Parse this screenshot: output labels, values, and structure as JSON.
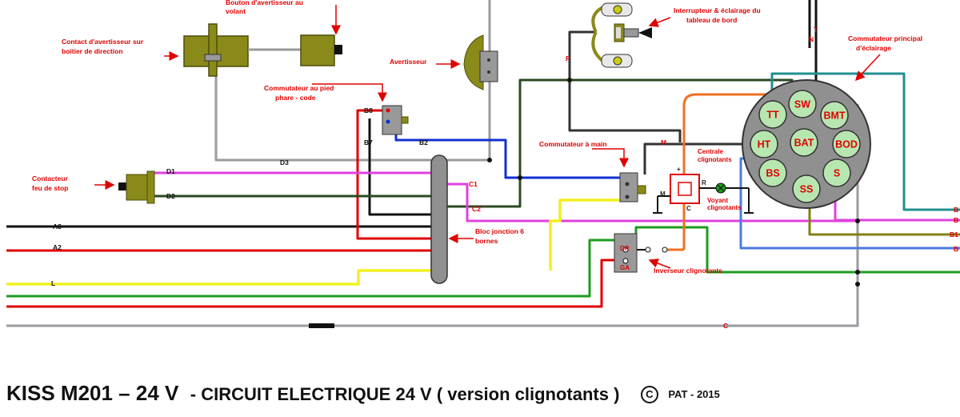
{
  "labels": {
    "bouton_avertisseur": [
      "Bouton d'avertisseur au",
      "volant"
    ],
    "contact_avertisseur": [
      "Contact d'avertisseur sur",
      "boitier de direction"
    ],
    "avertisseur": "Avertisseur",
    "commutateur_pied": [
      "Commutateur au pied",
      "phare - code"
    ],
    "interrupteur": [
      "Interrupteur & éclairage du",
      "tableau de bord"
    ],
    "commutateur_principal": [
      "Commutateur principal",
      "d'éclairage"
    ],
    "contacteur_stop": [
      "Contacteur",
      "feu de stop"
    ],
    "commutateur_main": "Commutateur à main",
    "centrale": [
      "Centrale",
      "clignotants"
    ],
    "voyant": [
      "Voyant",
      "clignotants"
    ],
    "bloc_jonction": [
      "Bloc jonction 6",
      "bornes"
    ],
    "inverseur": "Inverseur clignotants"
  },
  "wires": {
    "D3": "D3",
    "D1": "D1",
    "D2": "D2",
    "B8": "B8",
    "B7": "B7",
    "B2": "B2",
    "C1": "C1",
    "C2": "C2",
    "A3": "A3",
    "A2": "A2",
    "L": "L",
    "M_top": "M",
    "M_left": "M",
    "R": "R",
    "C_centrale": "C",
    "C_bottom": "C",
    "F": "F",
    "N": "N",
    "T": "T",
    "plus": "+",
    "right_1": "B",
    "right_2": "B",
    "right_3": "B1",
    "right_4": "B"
  },
  "inverseur_terms": {
    "dr": "DR",
    "ga": "GA"
  },
  "switch_pins": [
    "TT",
    "SW",
    "BMT",
    "HT",
    "BAT",
    "BOD",
    "BS",
    "S",
    "SS"
  ],
  "footer": {
    "title": "KISS M201 – 24 V",
    "subtitle": "- CIRCUIT ELECTRIQUE 24 V ( version clignotants )",
    "copyright": "C",
    "author": "PAT - 2015"
  },
  "colors": {
    "olive": "#8a8a1a",
    "olive_dark": "#4d4d0a",
    "pin_fill": "#b8e6b0",
    "label_red": "#e00000"
  }
}
